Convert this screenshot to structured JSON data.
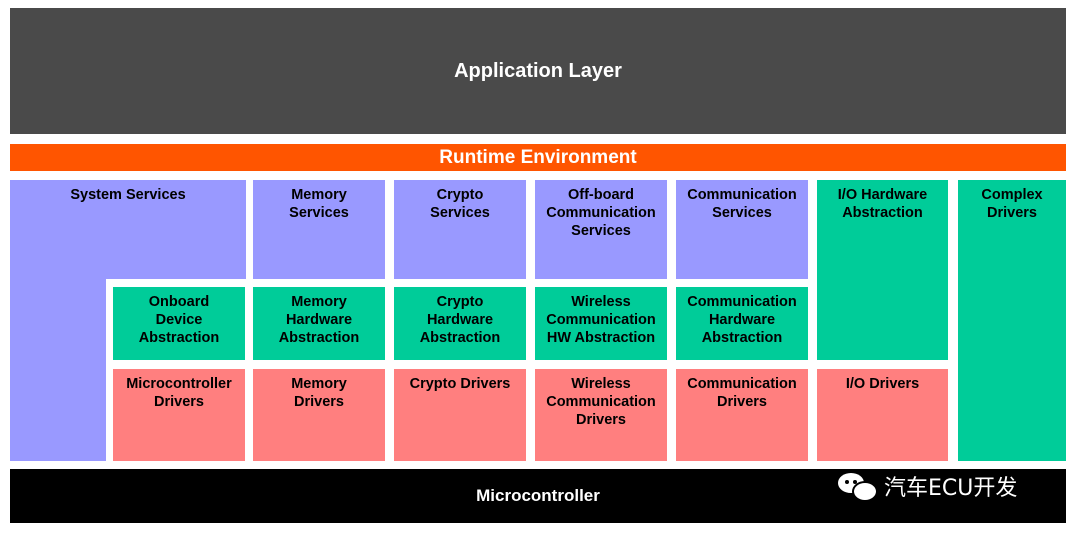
{
  "layers": {
    "application": "Application Layer",
    "rte": "Runtime Environment",
    "microcontroller": "Microcontroller"
  },
  "services": {
    "system": "System Services",
    "memory": "Memory\nServices",
    "crypto": "Crypto\nServices",
    "offboard": "Off-board\nCommunication\nServices",
    "communication": "Communication\nServices",
    "io_hw_abstraction": "I/O Hardware\nAbstraction",
    "complex_drivers": "Complex\nDrivers"
  },
  "abstraction": {
    "onboard": "Onboard\nDevice\nAbstraction",
    "memory": "Memory\nHardware\nAbstraction",
    "crypto": "Crypto\nHardware\nAbstraction",
    "wireless": "Wireless\nCommunication\nHW Abstraction",
    "communication": "Communication\nHardware\nAbstraction"
  },
  "drivers": {
    "microcontroller": "Microcontroller\nDrivers",
    "memory": "Memory\nDrivers",
    "crypto": "Crypto Drivers",
    "wireless": "Wireless\nCommunication\nDrivers",
    "communication": "Communication\nDrivers",
    "io": "I/O Drivers"
  },
  "watermark": {
    "icon": "wechat-icon",
    "text": "汽车ECU开发"
  },
  "colors": {
    "application": "#4a4a4a",
    "rte": "#ff5500",
    "services": "#9999ff",
    "abstraction": "#00cc99",
    "drivers": "#ff7f7f",
    "microcontroller": "#000000"
  }
}
